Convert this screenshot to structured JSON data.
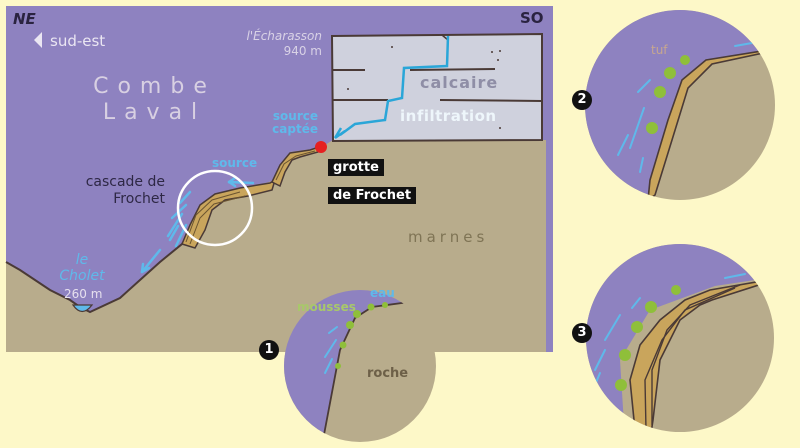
{
  "colors": {
    "background": "#fdf8c8",
    "sky": "#8e82c0",
    "rock": "#b8ac8c",
    "limestone": "#cfd1dd",
    "tufa": "#c9a55c",
    "water": "#5fb9ea",
    "moss": "#8fbf3a",
    "outline": "#4a3a36",
    "spring_dot": "#e52020"
  },
  "main": {
    "compass_left": "NE",
    "compass_right": "SO",
    "direction": {
      "arrow": "left-triangle-icon",
      "label": "sud-est"
    },
    "valley_name": [
      "Combe",
      "Laval"
    ],
    "peak": {
      "name": "l'Écharasson",
      "altitude": "940 m"
    },
    "limestone_label": "calcaire",
    "infiltration_label": "infiltration",
    "captured_spring": [
      "source",
      "captée"
    ],
    "source_label": "source",
    "waterfall": [
      "cascade de",
      "Frochet"
    ],
    "cave": [
      "grotte",
      "de Frochet"
    ],
    "marl_label": "marnes",
    "river": {
      "name": [
        "le",
        "Cholet"
      ],
      "altitude": "260 m"
    }
  },
  "insets": [
    {
      "number": "1",
      "labels": {
        "moss": "mousses",
        "water": "eau",
        "rock": "roche"
      }
    },
    {
      "number": "2",
      "labels": {
        "tufa": "tuf"
      }
    },
    {
      "number": "3",
      "labels": {}
    }
  ]
}
